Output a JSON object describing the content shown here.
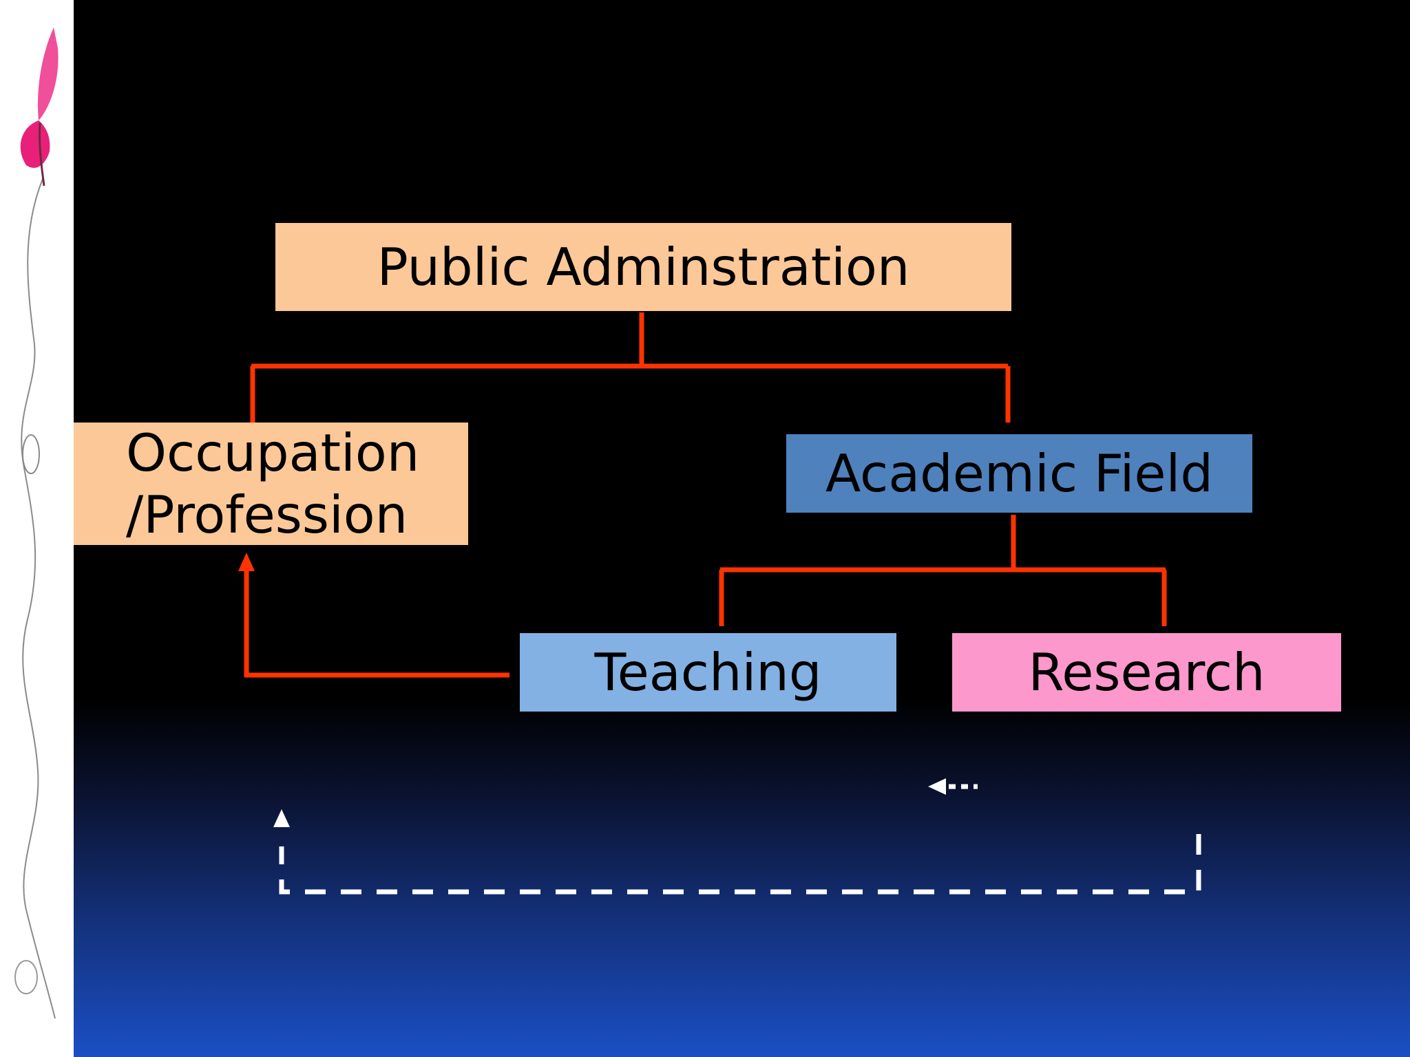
{
  "diagram": {
    "nodes": {
      "public_administration": {
        "label": "Public Adminstration",
        "color": "#fcc898"
      },
      "occupation_profession": {
        "lines": [
          "Occupation",
          "/Profession"
        ],
        "color": "#fcc898"
      },
      "academic_field": {
        "label": "Academic Field",
        "color": "#4f81bd"
      },
      "teaching": {
        "label": "Teaching",
        "color": "#84b1e3"
      },
      "research": {
        "label": "Research",
        "color": "#fc98cc"
      }
    },
    "edges": [
      {
        "from": "public_administration",
        "to": "occupation_profession",
        "style": "solid"
      },
      {
        "from": "public_administration",
        "to": "academic_field",
        "style": "solid"
      },
      {
        "from": "academic_field",
        "to": "teaching",
        "style": "solid"
      },
      {
        "from": "academic_field",
        "to": "research",
        "style": "solid"
      },
      {
        "from": "teaching",
        "to": "occupation_profession",
        "style": "solid-arrow"
      },
      {
        "from": "research",
        "to": "occupation_profession",
        "style": "dashed-arrow"
      }
    ],
    "connector_color": "#ff3300",
    "dashed_color": "#ffffff"
  },
  "decoration": {
    "name": "pink-butterfly-vine",
    "color": "#e8207a"
  }
}
